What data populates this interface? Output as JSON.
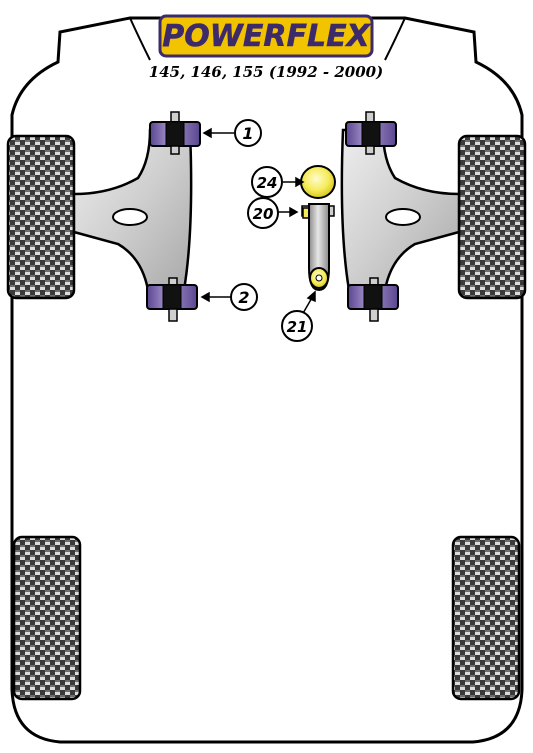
{
  "logo": {
    "brand": "POWERFLEX",
    "subtitle": "145, 146, 155 (1992 - 2000)",
    "icon": "powerflex-logo-badge",
    "bg_color": "#f2c400",
    "text_color": "#3d2a6b"
  },
  "callouts": [
    {
      "id": "1",
      "label": "1"
    },
    {
      "id": "2",
      "label": "2"
    },
    {
      "id": "24",
      "label": "24"
    },
    {
      "id": "20",
      "label": "20"
    },
    {
      "id": "21",
      "label": "21"
    }
  ],
  "colors": {
    "bushing_purple": "#6f5aa0",
    "bushing_light": "#a897cf",
    "bushing_yellow": "#f6ec5a",
    "arm_grey": "#d0d0d0",
    "outline": "#000000"
  },
  "icons": {
    "tyre": "tyre-tread-icon",
    "arm": "wishbone-arm-icon",
    "bushing": "bushing-icon",
    "link": "torque-link-icon"
  }
}
